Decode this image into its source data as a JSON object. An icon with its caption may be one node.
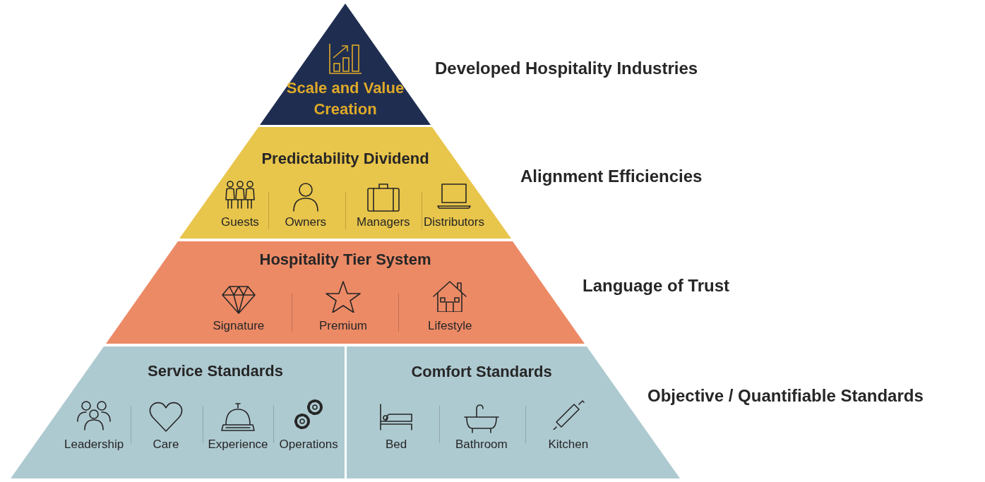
{
  "diagram": {
    "nodes": [
      {
        "text": [
          "Scale and Value Creation"
        ],
        "beside": [
          "Developed Hospitality Industries"
        ]
      },
      {
        "text": [
          "Predictability Dividend"
        ],
        "beside": [
          "Alignment Efficiencies"
        ]
      },
      {
        "text": [
          "Hospitality Tier System"
        ],
        "beside": [
          "Language of Trust"
        ]
      },
      {
        "text": [
          "Service Standards"
        ]
      },
      {
        "text": [
          "Comfort Standards"
        ],
        "beside": [
          "Objective / Quantifiable Standards"
        ]
      }
    ],
    "edges": [],
    "labels": [
      "Guests",
      "Owners",
      "Managers",
      "Distributors",
      "Signature",
      "Premium",
      "Lifestyle",
      "Leadership",
      "Care",
      "Experience",
      "Operations",
      "Bed",
      "Bathroom",
      "Kitchen"
    ]
  }
}
